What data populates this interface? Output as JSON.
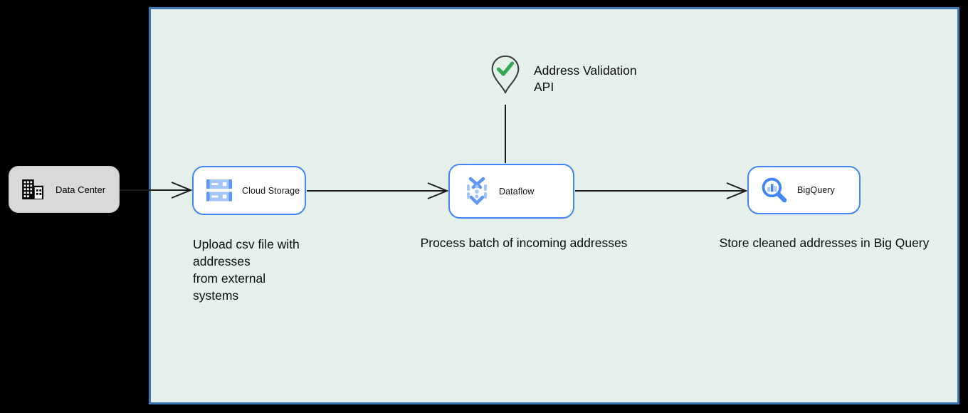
{
  "diagram": {
    "zone": {
      "name": "cloud-environment-boundary",
      "fill_color": "#e4f0e9",
      "border_color": "#3c78b4"
    },
    "nodes": {
      "data_center": {
        "label": "Data Center",
        "icon": "building-icon"
      },
      "cloud_storage": {
        "label": "Cloud Storage",
        "icon": "cloud-storage-icon"
      },
      "dataflow": {
        "label": "Dataflow",
        "icon": "dataflow-icon"
      },
      "bigquery": {
        "label": "BigQuery",
        "icon": "bigquery-icon"
      }
    },
    "api": {
      "label": "Address Validation\nAPI",
      "icon": "location-pin-check-icon",
      "check_color": "#34a853",
      "pin_outline_color": "#3c4043"
    },
    "captions": {
      "upload": "Upload csv file with\naddresses\nfrom external\nsystems",
      "process": "Process batch of incoming addresses",
      "store": "Store cleaned addresses in Big Query"
    },
    "colors": {
      "node_border": "#4285f4",
      "icon_blue": "#4285f4",
      "icon_light_blue": "#a3c5f7",
      "arrow": "#1c1c1c",
      "datacenter_fill": "#d9d9d9"
    },
    "connections": [
      "data-center to cloud-storage",
      "cloud-storage to dataflow",
      "dataflow to bigquery",
      "address-validation-api to dataflow"
    ]
  }
}
